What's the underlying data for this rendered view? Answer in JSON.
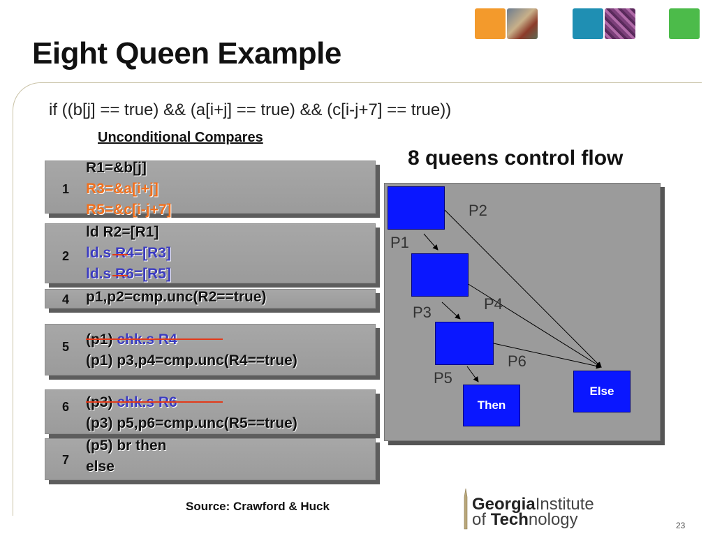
{
  "title": "Eight Queen Example",
  "condition": "if ((b[j] == true) && (a[i+j] == true) && (c[i-j+7] == true))",
  "subtitle": "Unconditional Compares",
  "flow_title": "8 queens control flow",
  "code_blocks": [
    {
      "num": "1",
      "lines": [
        "R1=&b[j]",
        "R3=&a[i+j]",
        "R5=&c[i-j+7]"
      ]
    },
    {
      "num": "2",
      "lines": [
        "ld R2=[R1]",
        "ld.s R4=[R3]",
        "ld.s R6=[R5]"
      ]
    },
    {
      "num": "4",
      "lines": [
        "p1,p2=cmp.unc(R2==true)"
      ]
    },
    {
      "num": "5",
      "lines": [
        "(p1) chk.s R4",
        "(p1) p3,p4=cmp.unc(R4==true)"
      ]
    },
    {
      "num": "6",
      "lines": [
        "(p3) chk.s R6",
        "(p3) p5,p6=cmp.unc(R5==true)"
      ]
    },
    {
      "num": "7",
      "lines": [
        "(p5) br then",
        "else"
      ]
    }
  ],
  "code_parts": {
    "b2l2_a": "ld.s",
    "b2l2_b": " R4=[R3]",
    "b2l3_a": "ld.s",
    "b2l3_b": " R6=[R5]",
    "b5l1_a": "(p1) ",
    "b5l1_b": "chk.s R4",
    "b6l1_a": "(p3) ",
    "b6l1_b": "chk.s R6"
  },
  "flow": {
    "nodes": [
      "Then",
      "Else"
    ],
    "labels": [
      "P1",
      "P2",
      "P3",
      "P4",
      "P5",
      "P6"
    ],
    "colors": {
      "node": "#0a17ff",
      "panel": "#9b9b9b"
    }
  },
  "source": "Source: Crawford & Huck",
  "logo": {
    "line1a": "Georgia",
    "line1b": "Institute",
    "line2a": "of ",
    "line2b": "Tech",
    "line2c": "nology"
  },
  "page_number": "23",
  "colors": {
    "orange": "#f0701e",
    "strike": "#e23a1a",
    "blue_text": "#3b3bc0"
  }
}
